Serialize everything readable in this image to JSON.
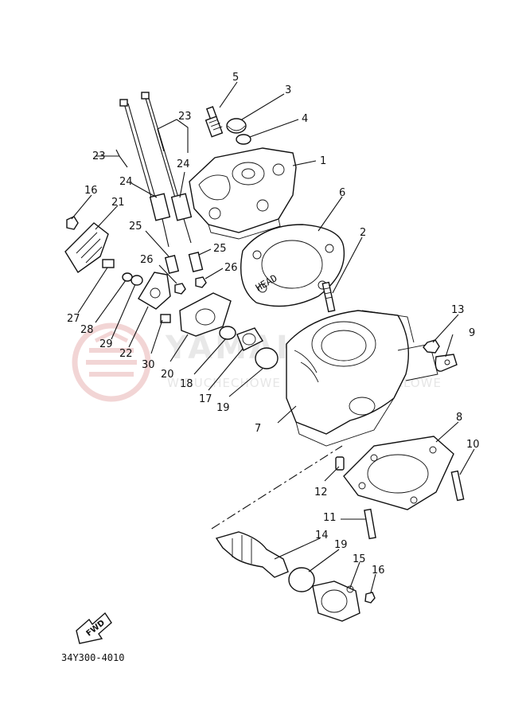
{
  "watermark": {
    "brand": "YAMAHA",
    "subtext": "WIDUCHECHOWE CZĘŚCI MOTOCYKLOWE",
    "logo_color": "#e9b3b3"
  },
  "part_labels": [
    "1",
    "2",
    "3",
    "4",
    "5",
    "6",
    "7",
    "8",
    "9",
    "10",
    "11",
    "12",
    "13",
    "14",
    "15",
    "16",
    "17",
    "18",
    "19",
    "20",
    "21",
    "22",
    "23",
    "24",
    "25",
    "26",
    "27",
    "28",
    "29",
    "30"
  ],
  "labels": {
    "l1": "1",
    "l2": "2",
    "l3": "3",
    "l4": "4",
    "l5": "5",
    "l6": "6",
    "l7": "7",
    "l8": "8",
    "l9": "9",
    "l10": "10",
    "l11": "11",
    "l12": "12",
    "l13": "13",
    "l14": "14",
    "l15": "15",
    "l16a": "16",
    "l16b": "16",
    "l17": "17",
    "l18": "18",
    "l19a": "19",
    "l19b": "19",
    "l20": "20",
    "l21": "21",
    "l22": "22",
    "l23a": "23",
    "l23b": "23",
    "l24a": "24",
    "l24b": "24",
    "l25a": "25",
    "l25b": "25",
    "l26a": "26",
    "l26b": "26",
    "l27": "27",
    "l28": "28",
    "l29": "29",
    "l30": "30"
  },
  "fwd_arrow": "FWD",
  "drawing_code": "34Y300-4010",
  "gasket_marking": "HEAD"
}
